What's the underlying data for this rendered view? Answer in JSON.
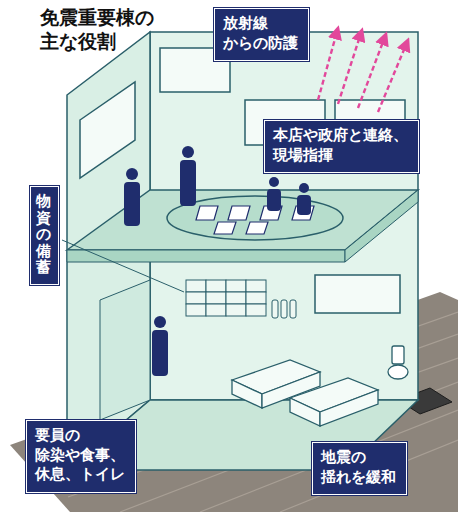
{
  "diagram": {
    "title": "免震重要棟の 主な役割",
    "nodes": [
      {
        "text": [
          "放射線 からの防護"
        ]
      },
      {
        "text": [
          "本店や政府と連絡、 現場指揮"
        ]
      },
      {
        "text": [
          "物資の備蓄"
        ]
      },
      {
        "text": [
          "要員の 除染や食事、 休息、トイレ"
        ]
      },
      {
        "text": [
          "地震の 揺れを緩和"
        ]
      }
    ]
  }
}
